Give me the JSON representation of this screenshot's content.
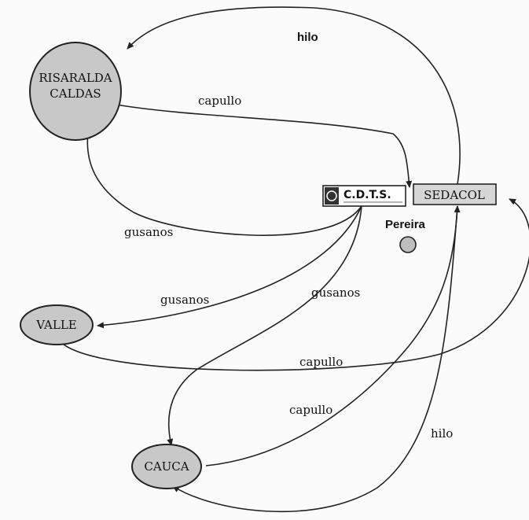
{
  "nodes": {
    "risaralda": {
      "line1": "RISARALDA",
      "line2": "CALDAS"
    },
    "valle": {
      "label": "VALLE"
    },
    "cauca": {
      "label": "CAUCA"
    },
    "cdts": {
      "label": "C.D.T.S."
    },
    "sedacol": {
      "label": "SEDACOL"
    },
    "pereira": {
      "label": "Pereira"
    }
  },
  "edges": {
    "hilo_top": "hilo",
    "capullo_risaralda": "capullo",
    "gusanos_risaralda": "gusanos",
    "gusanos_valle": "gusanos",
    "gusanos_cauca": "gusanos",
    "capullo_valle": "capullo",
    "capullo_cauca": "capullo",
    "hilo_cauca": "hilo"
  },
  "colors": {
    "node_fill": "#c8c8c8",
    "line": "#222222"
  }
}
